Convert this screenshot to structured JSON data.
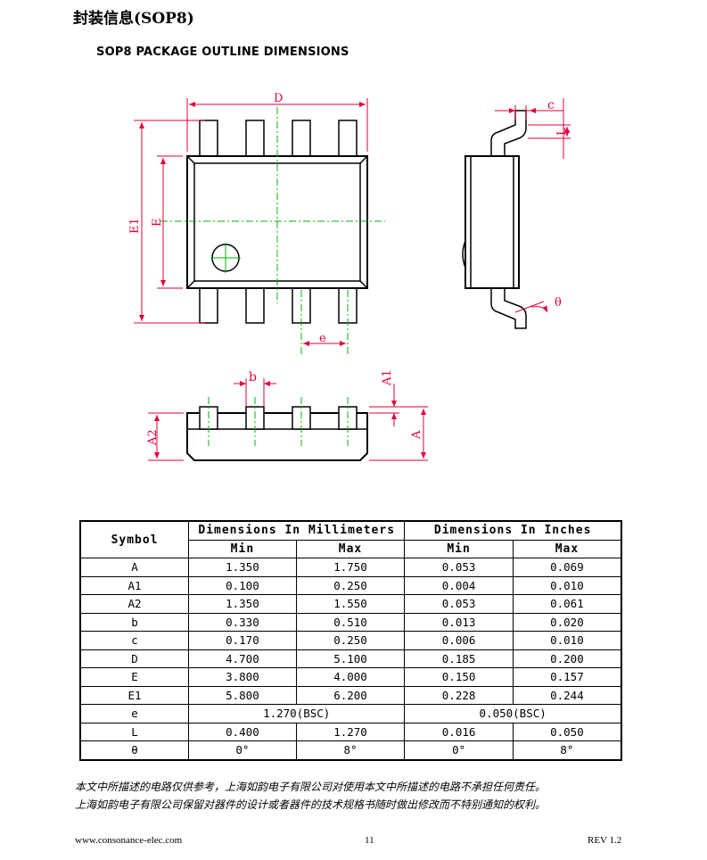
{
  "section_title": "封装信息(SOP8)",
  "drawing_title": "SOP8 PACKAGE OUTLINE DIMENSIONS",
  "drawing_labels": {
    "D": "D",
    "E1": "E1",
    "E": "E",
    "e": "e",
    "c": "c",
    "L": "L",
    "theta": "θ",
    "b": "b",
    "A1": "A1",
    "A2": "A2",
    "A": "A"
  },
  "table": {
    "symbol_header": "Symbol",
    "mm_header": "Dimensions In Millimeters",
    "in_header": "Dimensions In Inches",
    "min_label": "Min",
    "max_label": "Max",
    "rows": [
      {
        "symbol": "A",
        "mm_min": "1.350",
        "mm_max": "1.750",
        "in_min": "0.053",
        "in_max": "0.069"
      },
      {
        "symbol": "A1",
        "mm_min": "0.100",
        "mm_max": "0.250",
        "in_min": "0.004",
        "in_max": "0.010"
      },
      {
        "symbol": "A2",
        "mm_min": "1.350",
        "mm_max": "1.550",
        "in_min": "0.053",
        "in_max": "0.061"
      },
      {
        "symbol": "b",
        "mm_min": "0.330",
        "mm_max": "0.510",
        "in_min": "0.013",
        "in_max": "0.020"
      },
      {
        "symbol": "c",
        "mm_min": "0.170",
        "mm_max": "0.250",
        "in_min": "0.006",
        "in_max": "0.010"
      },
      {
        "symbol": "D",
        "mm_min": "4.700",
        "mm_max": "5.100",
        "in_min": "0.185",
        "in_max": "0.200"
      },
      {
        "symbol": "E",
        "mm_min": "3.800",
        "mm_max": "4.000",
        "in_min": "0.150",
        "in_max": "0.157"
      },
      {
        "symbol": "E1",
        "mm_min": "5.800",
        "mm_max": "6.200",
        "in_min": "0.228",
        "in_max": "0.244"
      }
    ],
    "e_row": {
      "symbol": "e",
      "mm": "1.270(BSC)",
      "in": "0.050(BSC)"
    },
    "tail_rows": [
      {
        "symbol": "L",
        "mm_min": "0.400",
        "mm_max": "1.270",
        "in_min": "0.016",
        "in_max": "0.050"
      },
      {
        "symbol": "θ",
        "mm_min": "0°",
        "mm_max": "8°",
        "in_min": "0°",
        "in_max": "8°"
      }
    ]
  },
  "notes": [
    "本文中所描述的电路仅供参考，上海如韵电子有限公司对使用本文中所描述的电路不承担任何责任。",
    "上海如韵电子有限公司保留对器件的设计或者器件的技术规格书随时做出修改而不特别通知的权利。"
  ],
  "footer": {
    "url": "www.consonance-elec.com",
    "page": "11",
    "rev": "REV 1.2"
  },
  "colors": {
    "dimension_line": "#e0003a",
    "center_line": "#00b400"
  }
}
